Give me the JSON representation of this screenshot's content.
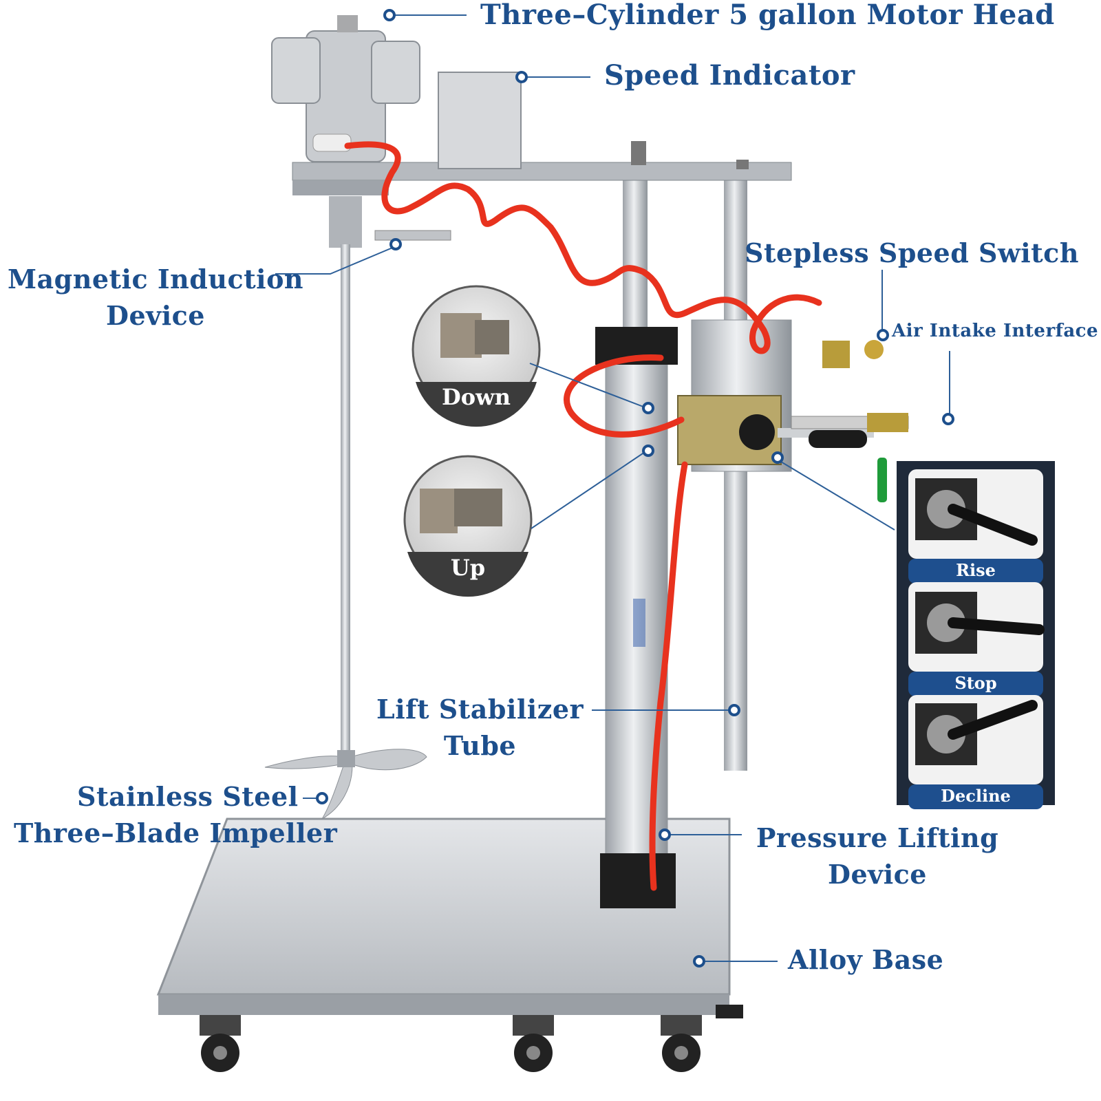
{
  "labels": {
    "motor_head": "Three–Cylinder 5 gallon Motor Head",
    "speed_indicator": "Speed Indicator",
    "stepless_speed_switch": "Stepless Speed Switch",
    "air_intake_interface": "Air Intake Interface",
    "magnetic_induction_line1": "Magnetic Induction",
    "magnetic_induction_line2": "Device",
    "lift_stabilizer_line1": "Lift Stabilizer",
    "lift_stabilizer_line2": "Tube",
    "impeller_line1": "Stainless Steel",
    "impeller_line2": "Three–Blade Impeller",
    "pressure_lifting_line1": "Pressure Lifting",
    "pressure_lifting_line2": "Device",
    "alloy_base": "Alloy Base"
  },
  "insets": {
    "down": "Down",
    "up": "Up"
  },
  "valve_panel": [
    "Rise",
    "Stop",
    "Decline"
  ],
  "colors": {
    "label": "#1d4f8c",
    "hose": "#e8321e",
    "steel": "#c9ccd0",
    "panel": "#1f2a3a"
  }
}
